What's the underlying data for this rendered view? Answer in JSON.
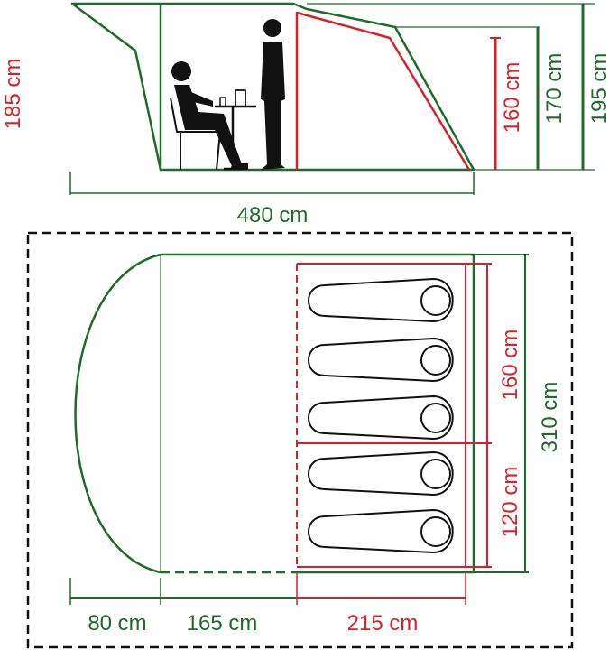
{
  "colors": {
    "green": "#1e6b2a",
    "red": "#d2232a",
    "black": "#111111"
  },
  "side_view": {
    "height_total": "185 cm",
    "length": "480 cm",
    "height_bedroom": "160 cm",
    "height_mid": "170 cm",
    "height_max": "195 cm"
  },
  "floor_plan": {
    "width_porch": "80 cm",
    "width_living": "165 cm",
    "width_bedroom": "215 cm",
    "depth_bedroom_upper": "160 cm",
    "depth_bedroom_lower": "120 cm",
    "depth_total": "310 cm"
  }
}
